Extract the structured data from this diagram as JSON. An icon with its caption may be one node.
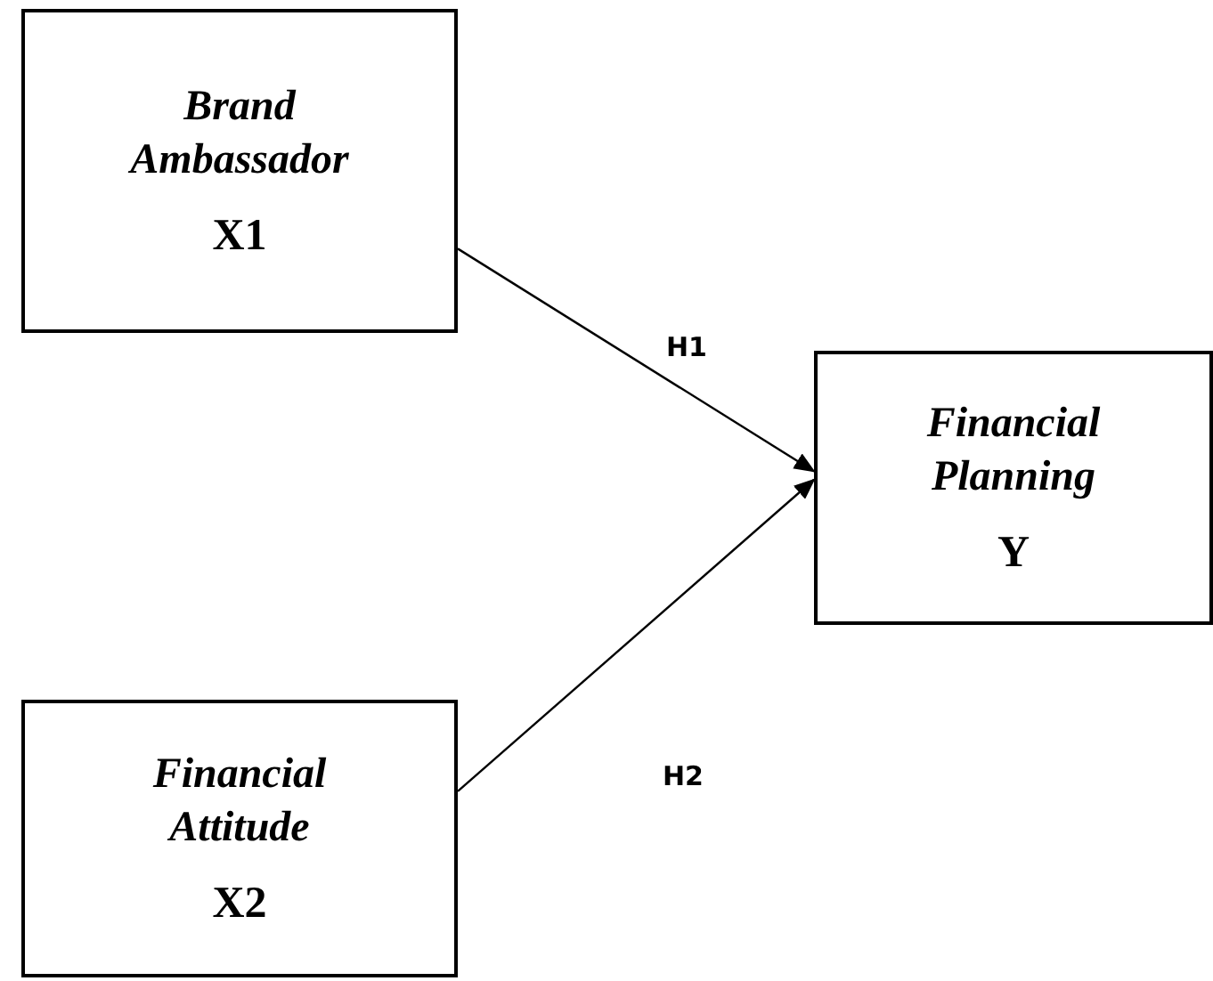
{
  "diagram": {
    "nodes": [
      {
        "text": [
          "Brand Ambassador",
          "X1"
        ]
      },
      {
        "text": [
          "Financial Planning",
          "Y"
        ]
      },
      {
        "text": [
          "Financial Attitude",
          "X2"
        ]
      }
    ],
    "edges": [
      {
        "from": 0,
        "to": 1,
        "arrow": "to",
        "label": "H1"
      },
      {
        "from": 2,
        "to": 1,
        "arrow": "to",
        "label": "H2"
      }
    ]
  }
}
